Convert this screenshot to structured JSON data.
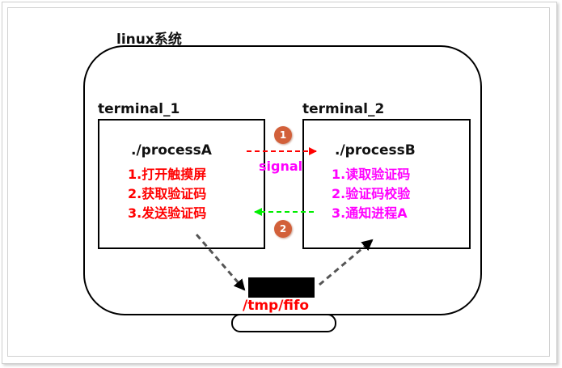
{
  "diagram": {
    "title": "linux系统",
    "terminals": [
      {
        "label": "terminal_1",
        "process": "./processA",
        "steps": [
          "1.打开触摸屏",
          "2.获取验证码",
          "3.发送验证码"
        ],
        "steps_color": "#ff0000"
      },
      {
        "label": "terminal_2",
        "process": "./processB",
        "steps": [
          "1.读取验证码",
          "2.验证码校验",
          "3.通知进程A"
        ],
        "steps_color": "#ff00ff"
      }
    ],
    "arrows": [
      {
        "badge": "1",
        "label": "signal",
        "from": "processA",
        "to": "processB",
        "color": "#ff0000",
        "label_color": "#ff00ff"
      },
      {
        "badge": "2",
        "label": "",
        "from": "processB",
        "to": "processA",
        "color": "#00ee00"
      }
    ],
    "fifo": {
      "label": "/tmp/fifo",
      "label_color": "#ff0000"
    },
    "badge_color": "#d2603a"
  }
}
